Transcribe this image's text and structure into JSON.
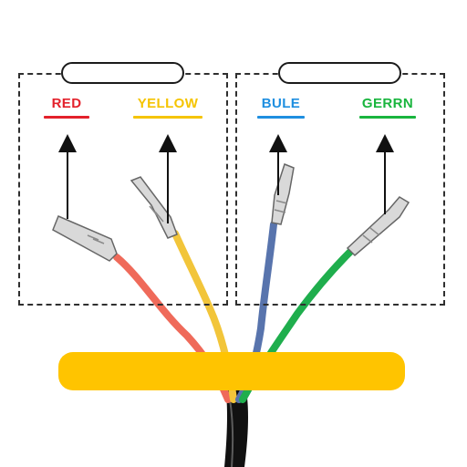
{
  "labels": {
    "red": "RED",
    "yellow": "YELLOW",
    "blue": "BULE",
    "green": "GERRN"
  },
  "colors": {
    "red": "#e3212b",
    "yellow": "#f5c400",
    "blue": "#1f8fe0",
    "green": "#19b53e",
    "wire_red": "#ef6a5a",
    "wire_yellow": "#f2c53a",
    "wire_blue": "#5874ad",
    "wire_green": "#1fae4d",
    "band": "#ffc400",
    "cable": "#111111",
    "border": "#2f2f2f"
  }
}
